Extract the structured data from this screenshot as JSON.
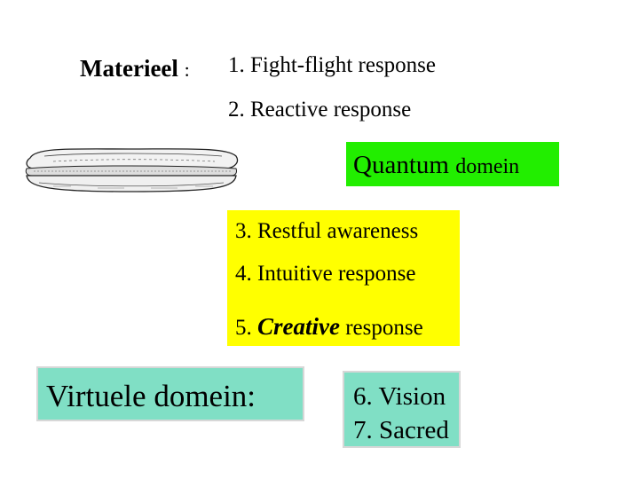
{
  "materieel": {
    "label": "Materieel",
    "colon": ":"
  },
  "responses": {
    "item1": "1. Fight-flight response",
    "item2": "2. Reactive response",
    "item3": "3. Restful awareness",
    "item4": "4. Intuitive response",
    "item5_prefix": "5.",
    "item5_emphasis": "Creative",
    "item5_suffix": "response"
  },
  "quantum": {
    "word": "Quantum",
    "rest": "domein"
  },
  "virtuele": {
    "label": "Virtuele domein:"
  },
  "vision_box": {
    "line1": "6. Vision",
    "line2": "7. Sacred"
  },
  "images": {
    "sandwich": "baguette sandwich illustration"
  },
  "colors": {
    "quantum_bg": "#22ee00",
    "yellow_bg": "#ffff00",
    "teal_bg": "#80dfc5"
  }
}
